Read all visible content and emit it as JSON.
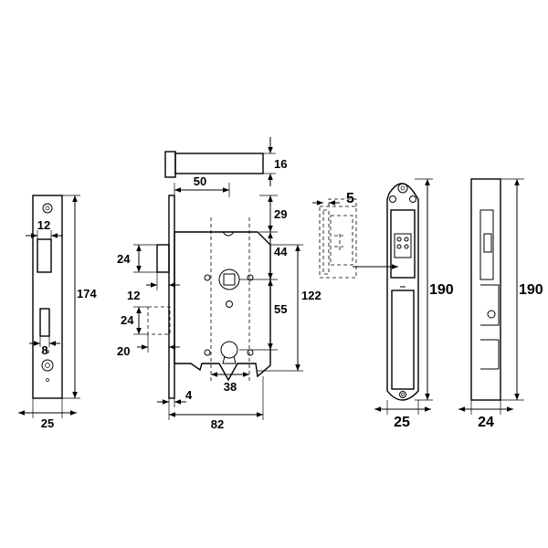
{
  "dimensions": {
    "faceplate_width": "25",
    "faceplate_height": "174",
    "faceplate_slot_width": "12",
    "faceplate_lower_slot_width": "8",
    "latch_length": "50",
    "latch_height": "16",
    "top_to_latch": "29",
    "latch_to_follower": "44",
    "follower_to_keyhole": "55",
    "case_height": "122",
    "bolt_height": "24",
    "bolt_offset": "12",
    "deadbolt_height": "24",
    "deadbolt_offset": "20",
    "faceplate_thickness": "4",
    "keyhole_spacing": "38",
    "case_depth": "82",
    "striker_offset": "5",
    "striker_height": "190",
    "striker_width": "25",
    "side_height": "190",
    "side_width": "24"
  }
}
